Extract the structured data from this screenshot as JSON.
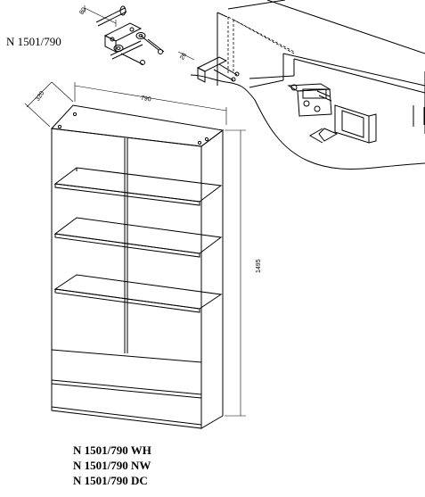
{
  "model_code": "N 1501/790",
  "dimensions": {
    "width": "790",
    "depth": "320",
    "height": "1495",
    "bracket_spacing": "80",
    "bracket_spacing_small": "26"
  },
  "variants": [
    "N 1501/790 WH",
    "N 1501/790 NW",
    "N 1501/790 DC"
  ],
  "icons": {
    "wall_bracket": "wall-bracket-icon",
    "hanging_fitting": "cabinet-hanger-icon",
    "direction_arrow": "arrow-left-icon",
    "cabinet": "cabinet-shelves-icon"
  }
}
